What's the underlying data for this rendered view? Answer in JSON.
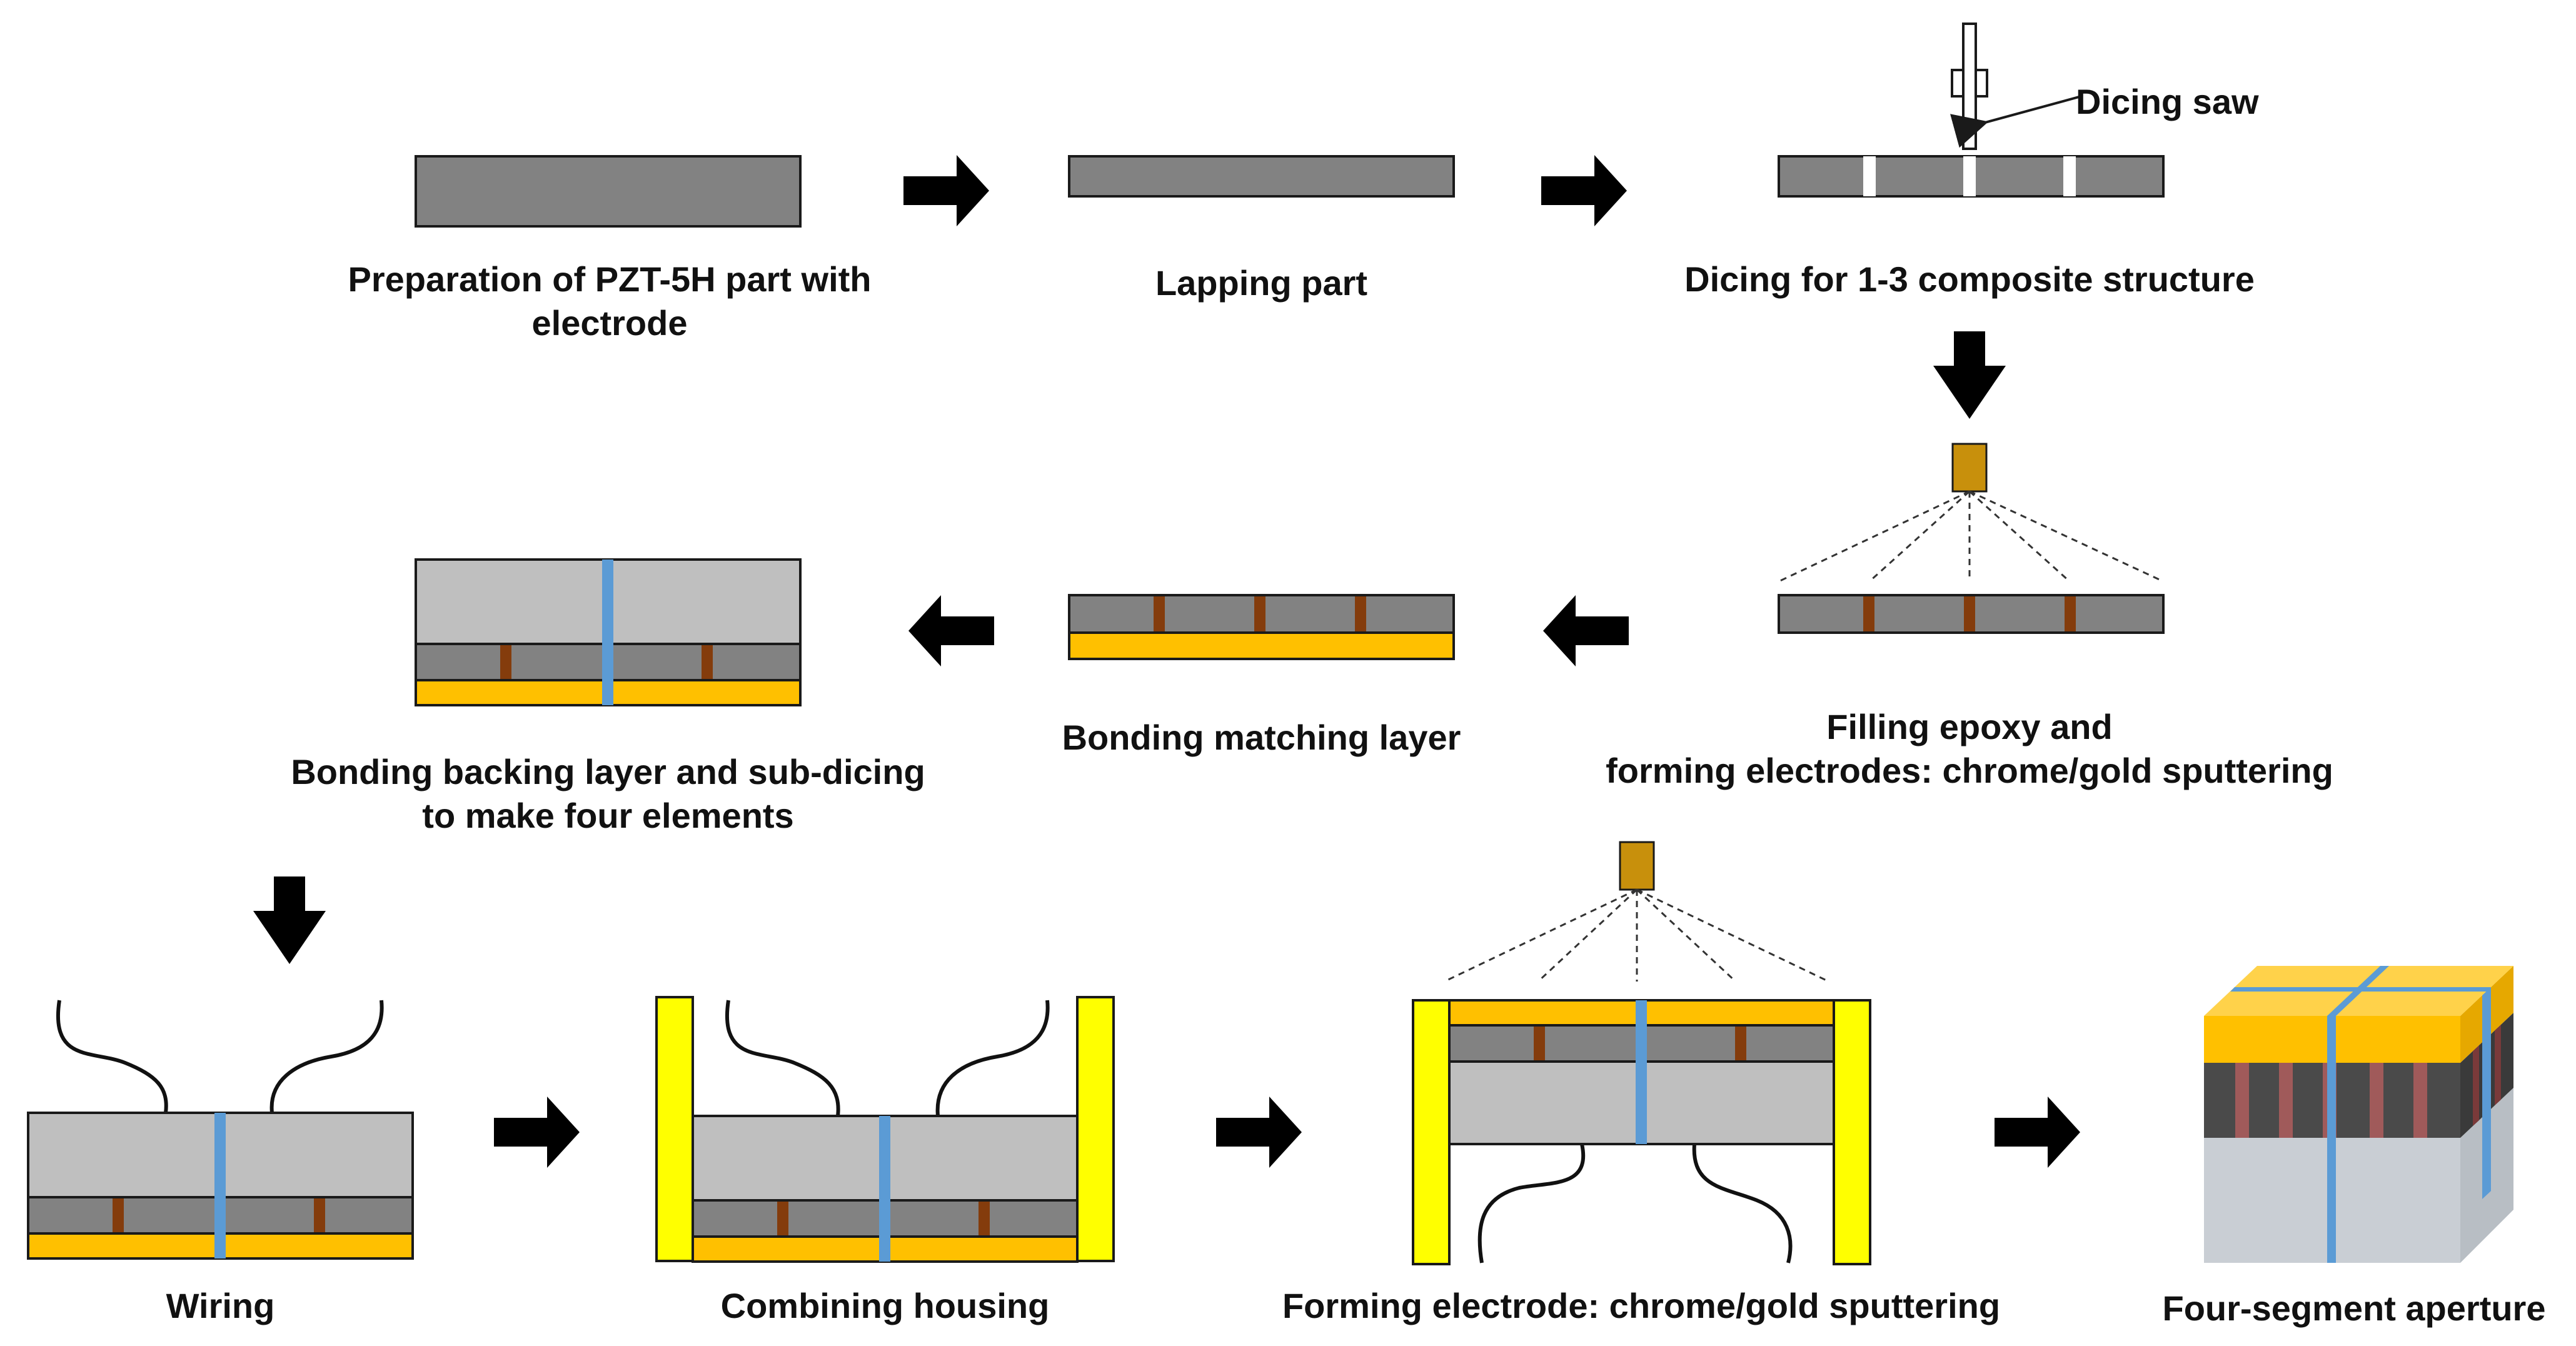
{
  "steps": {
    "prep": {
      "line1": "Preparation of PZT-5H part with",
      "line2": "electrode"
    },
    "lapping": "Lapping part",
    "dicing": "Dicing for 1-3 composite structure",
    "dicing_saw": "Dicing saw",
    "filling": {
      "line1": "Filling epoxy and",
      "line2": "forming electrodes: chrome/gold sputtering"
    },
    "matching": "Bonding matching layer",
    "backing": {
      "line1": "Bonding backing layer and sub-dicing",
      "line2": "to make four elements"
    },
    "wiring": "Wiring",
    "housing": "Combining housing",
    "forming": "Forming electrode: chrome/gold sputtering",
    "aperture": "Four-segment aperture"
  },
  "colors": {
    "pzt": "#828282",
    "backing": "#bfbfbf",
    "matching": "#ffc000",
    "epoxy": "#843c0c",
    "kerf": "#5b9bd5",
    "housing": "#ffff00",
    "target": "#c8900c",
    "arrow": "#000000",
    "outline": "#1a1a1a"
  }
}
